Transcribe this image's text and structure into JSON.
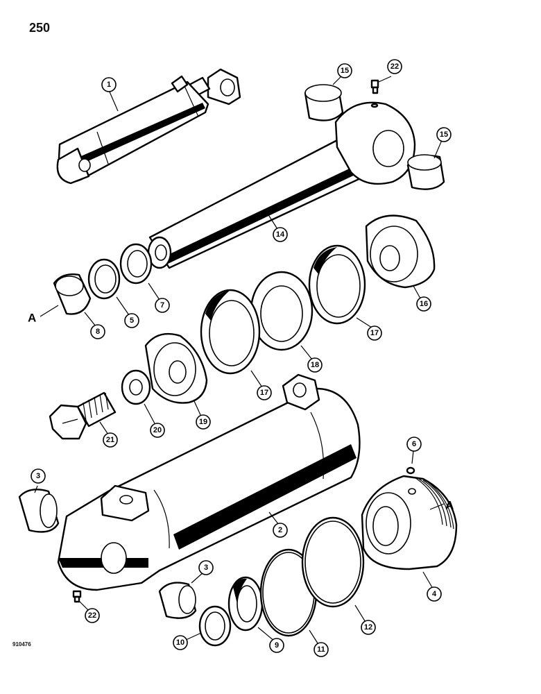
{
  "page_number": "250",
  "diagram_code": "910476",
  "section_marker": "A",
  "callouts": {
    "c1": "1",
    "c2": "2",
    "c3a": "3",
    "c3b": "3",
    "c4": "4",
    "c5": "5",
    "c6": "6",
    "c7": "7",
    "c8": "8",
    "c9": "9",
    "c10": "10",
    "c11": "11",
    "c12": "12",
    "c14": "14",
    "c15a": "15",
    "c15b": "15",
    "c16": "16",
    "c17a": "17",
    "c17b": "17",
    "c18": "18",
    "c19": "19",
    "c20": "20",
    "c21": "21",
    "c22a": "22",
    "c22b": "22"
  }
}
